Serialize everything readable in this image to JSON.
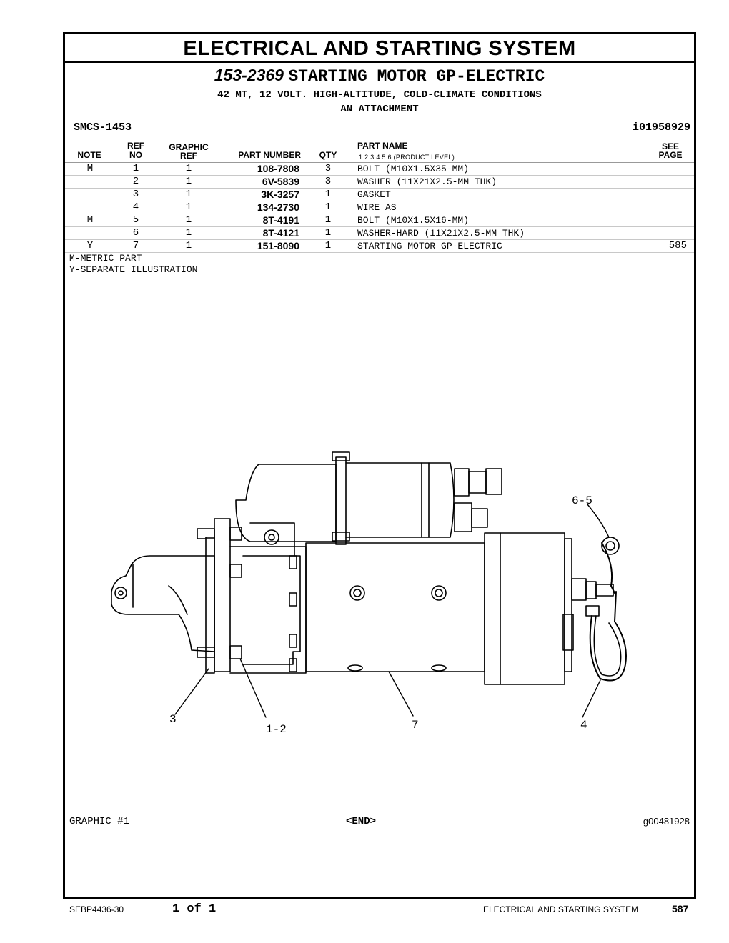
{
  "header": {
    "section_title": "ELECTRICAL AND STARTING SYSTEM",
    "group_number": "153-2369",
    "group_name": "STARTING MOTOR GP-ELECTRIC",
    "subtitle_1": "42 MT, 12 VOLT. HIGH-ALTITUDE, COLD-CLIMATE CONDITIONS",
    "subtitle_2": "AN ATTACHMENT",
    "smcs": "SMCS-1453",
    "identifier": "i01958929"
  },
  "columns": {
    "note": "NOTE",
    "ref_no_1": "REF",
    "ref_no_2": "NO",
    "graphic_ref_1": "GRAPHIC",
    "graphic_ref_2": "REF",
    "part_number": "PART NUMBER",
    "qty": "QTY",
    "part_name": "PART NAME",
    "product_level": "1   2   3   4   5   6   (PRODUCT LEVEL)",
    "see_page_1": "SEE",
    "see_page_2": "PAGE"
  },
  "parts": [
    {
      "note": "M",
      "ref": "1",
      "gref": "1",
      "part": "108-7808",
      "qty": "3",
      "name": "BOLT (M10X1.5X35-MM)",
      "see": ""
    },
    {
      "note": "",
      "ref": "2",
      "gref": "1",
      "part": "6V-5839",
      "qty": "3",
      "name": "WASHER (11X21X2.5-MM THK)",
      "see": ""
    },
    {
      "note": "",
      "ref": "3",
      "gref": "1",
      "part": "3K-3257",
      "qty": "1",
      "name": "GASKET",
      "see": ""
    },
    {
      "note": "",
      "ref": "4",
      "gref": "1",
      "part": "134-2730",
      "qty": "1",
      "name": "WIRE AS",
      "see": ""
    },
    {
      "note": "M",
      "ref": "5",
      "gref": "1",
      "part": "8T-4191",
      "qty": "1",
      "name": "BOLT (M10X1.5X16-MM)",
      "see": ""
    },
    {
      "note": "",
      "ref": "6",
      "gref": "1",
      "part": "8T-4121",
      "qty": "1",
      "name": "WASHER-HARD (11X21X2.5-MM THK)",
      "see": ""
    },
    {
      "note": "Y",
      "ref": "7",
      "gref": "1",
      "part": "151-8090",
      "qty": "1",
      "name": "STARTING MOTOR GP-ELECTRIC",
      "see": "585"
    }
  ],
  "notes": [
    "M-METRIC PART",
    "Y-SEPARATE ILLUSTRATION"
  ],
  "callouts": {
    "c65": "6-5",
    "c3": "3",
    "c12": "1-2",
    "c7": "7",
    "c4": "4"
  },
  "graphic": {
    "caption": "GRAPHIC #1",
    "end": "<END>",
    "id": "g00481928"
  },
  "footer": {
    "doc": "SEBP4436-30",
    "page_of": "1 of 1",
    "section": "ELECTRICAL AND STARTING SYSTEM",
    "page": "587"
  }
}
